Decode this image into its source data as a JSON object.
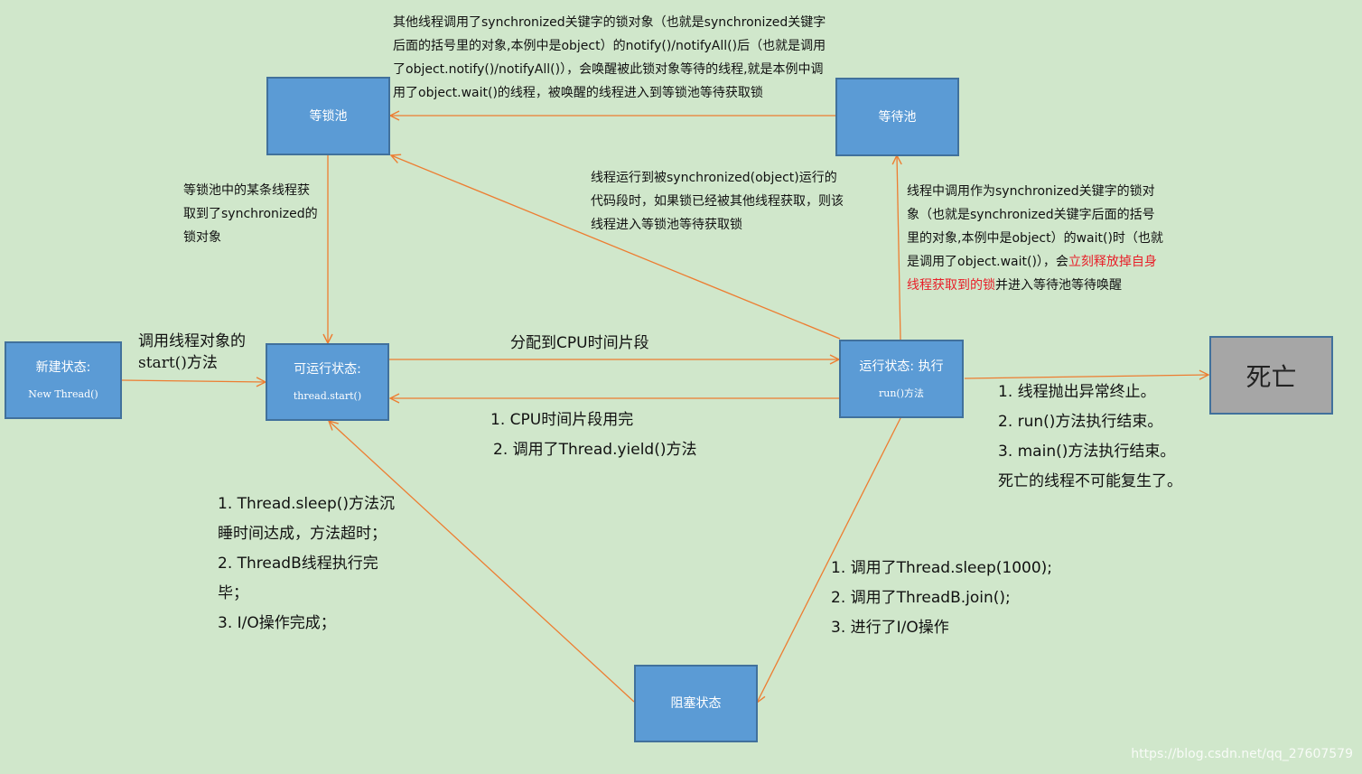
{
  "states": {
    "new": {
      "title": "新建状态:",
      "sub": "New Thread()"
    },
    "runnable": {
      "title": "可运行状态:",
      "sub": "thread.start()"
    },
    "running": {
      "title": "运行状态: 执行",
      "sub": "run()方法"
    },
    "lock_pool": {
      "title": "等锁池"
    },
    "wait_pool": {
      "title": "等待池"
    },
    "blocked": {
      "title": "阻塞状态"
    },
    "dead": {
      "title": "死亡"
    }
  },
  "labels": {
    "notify": [
      "其他线程调用了synchronized关键字的锁对象（也就是synchronized关键字",
      "后面的括号里的对象,本例中是object）的notify()/notifyAll()后（也就是调用",
      "了object.notify()/notifyAll()），会唤醒被此锁对象等待的线程,就是本例中调",
      "用了object.wait()的线程，被唤醒的线程进入到等锁池等待获取锁"
    ],
    "lock_acquired": [
      "等锁池中的某条线程获",
      "取到了synchronized的",
      "锁对象"
    ],
    "enter_lock_pool": [
      "线程运行到被synchronized(object)运行的",
      "代码段时，如果锁已经被其他线程获取，则该",
      "线程进入等锁池等待获取锁"
    ],
    "wait": {
      "line1": "线程中调用作为synchronized关键字的锁对",
      "line2": "象（也就是synchronized关键字后面的括号",
      "line3": "里的对象,本例中是object）的wait()时（也就",
      "line4_pre": "是调用了object.wait()），会",
      "line4_red": "立刻释放掉自身",
      "line5_red": "线程获取到的锁",
      "line5_post": "并进入等待池等待唤醒"
    },
    "start": [
      "调用线程对象的",
      "start()方法"
    ],
    "cpu_slice": "分配到CPU时间片段",
    "yield": [
      "1. CPU时间片段用完",
      "2. 调用了Thread.yield()方法"
    ],
    "death_causes": [
      "1. 线程抛出异常终止。",
      "2. run()方法执行结束。",
      "3. main()方法执行结束。",
      "死亡的线程不可能复生了。"
    ],
    "unblock": [
      "1. Thread.sleep()方法沉",
      "睡时间达成，方法超时；",
      "2. ThreadB线程执行完",
      "毕；",
      "3. I/O操作完成；"
    ],
    "block": [
      "1. 调用了Thread.sleep(1000);",
      "2. 调用了ThreadB.join();",
      "3. 进行了I/O操作"
    ]
  },
  "watermark": "https://blog.csdn.net/qq_27607579",
  "colors": {
    "background": "#d0e7cb",
    "box_fill": "#5b9bd5",
    "box_border": "#41719c",
    "arrow": "#ed7d31",
    "dead_fill": "#a6a6a6",
    "highlight": "#e8202a"
  }
}
